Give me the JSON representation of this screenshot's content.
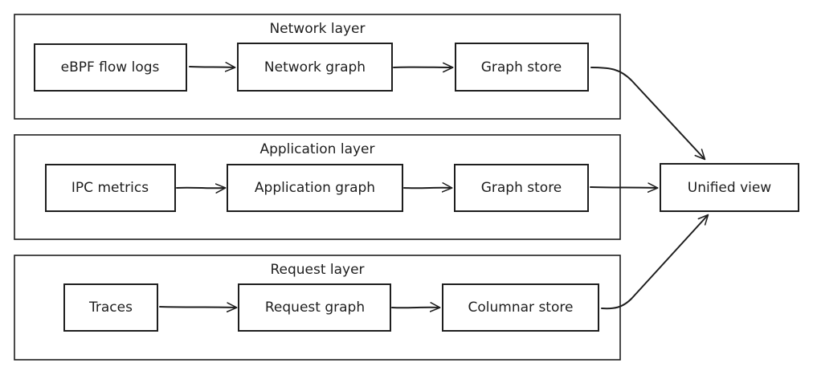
{
  "layers": {
    "network": {
      "title": "Network layer",
      "source": "eBPF flow logs",
      "graph": "Network graph",
      "store": "Graph store"
    },
    "application": {
      "title": "Application layer",
      "source": "IPC metrics",
      "graph": "Application graph",
      "store": "Graph store"
    },
    "request": {
      "title": "Request layer",
      "source": "Traces",
      "graph": "Request graph",
      "store": "Columnar store"
    }
  },
  "output": {
    "label": "Unified view"
  }
}
